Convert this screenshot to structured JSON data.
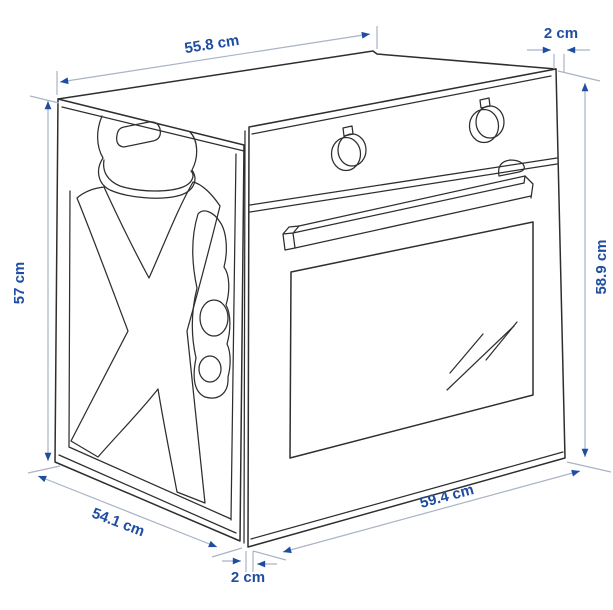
{
  "diagram": {
    "type": "product-dimension-drawing",
    "subject": "built-in oven isometric line drawing",
    "labels": {
      "top_width": "55.8 cm",
      "top_overhang": "2 cm",
      "left_height": "57 cm",
      "right_height": "58.9 cm",
      "side_depth": "54.1 cm",
      "front_width": "59.4 cm",
      "bottom_overhang": "2 cm"
    },
    "colors": {
      "dimension_text": "#1f4da1",
      "dimension_arrow": "#1f4da1",
      "dimension_line": "#a9b3c5",
      "drawing_line": "#2e2e2e",
      "background": "#ffffff"
    }
  }
}
